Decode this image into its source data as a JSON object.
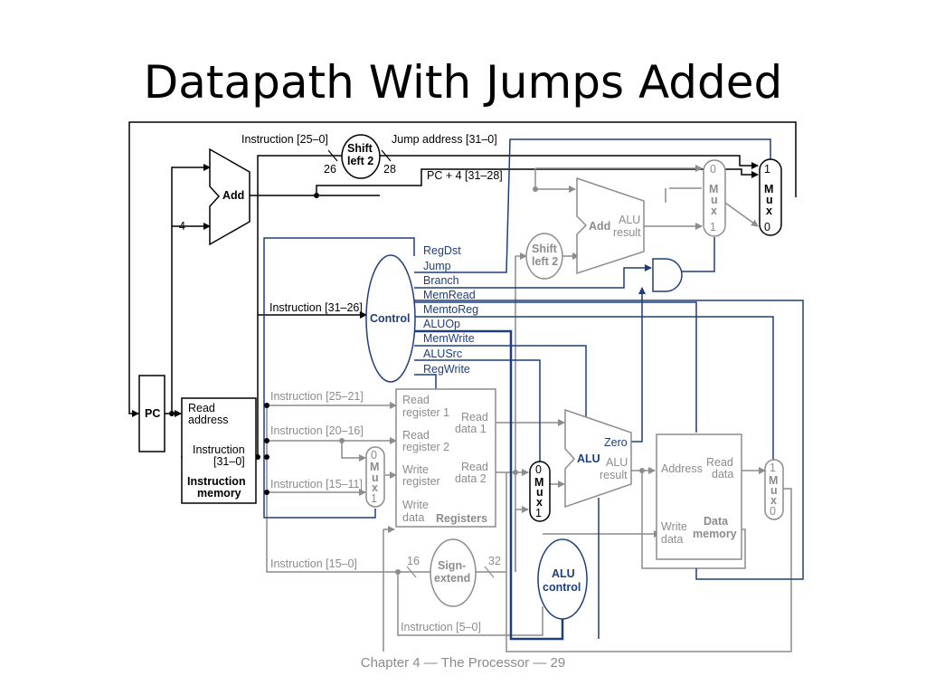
{
  "slide": {
    "title": "Datapath With Jumps Added",
    "footer": "Chapter 4 — The Processor — 29"
  },
  "colors": {
    "black_path": "#000000",
    "gray_path": "#8c8c8c",
    "control_path": "#1f3f7a"
  },
  "diagram": {
    "pc": "PC",
    "pc_add": "Add",
    "const_four": "4",
    "instr_memory": {
      "read_address_1": "Read",
      "read_address_2": "address",
      "instruction_1": "Instruction",
      "instruction_2": "[31–0]",
      "name_1": "Instruction",
      "name_2": "memory"
    },
    "jump_shift": {
      "line1": "Shift",
      "line2": "left 2",
      "in_width": "26",
      "out_width": "28"
    },
    "instr_25_0": "Instruction [25–0]",
    "jump_address": "Jump address [31–0]",
    "pc4_bits": "PC + 4 [31–28]",
    "instr_31_26": "Instruction [31–26]",
    "control": {
      "name": "Control",
      "signals": [
        "RegDst",
        "Jump",
        "Branch",
        "MemRead",
        "MemtoReg",
        "ALUOp",
        "MemWrite",
        "ALUSrc",
        "RegWrite"
      ]
    },
    "instr_25_21": "Instruction [25–21]",
    "instr_20_16": "Instruction [20–16]",
    "instr_15_11": "Instruction [15–11]",
    "instr_15_0": "Instruction [15–0]",
    "instr_5_0": "Instruction [5–0]",
    "registers": {
      "read_reg1_1": "Read",
      "read_reg1_2": "register 1",
      "read_reg2_1": "Read",
      "read_reg2_2": "register 2",
      "write_reg_1": "Write",
      "write_reg_2": "register",
      "write_data_1": "Write",
      "write_data_2": "data",
      "read_data1_1": "Read",
      "read_data1_2": "data 1",
      "read_data2_1": "Read",
      "read_data2_2": "data 2",
      "name": "Registers"
    },
    "branch_shift": {
      "line1": "Shift",
      "line2": "left 2"
    },
    "branch_add": {
      "name": "Add",
      "res1": "ALU",
      "res2": "result"
    },
    "alu": {
      "name": "ALU",
      "zero": "Zero",
      "res1": "ALU",
      "res2": "result"
    },
    "sign_extend": {
      "line1": "Sign-",
      "line2": "extend",
      "in_width": "16",
      "out_width": "32"
    },
    "alu_control": {
      "line1": "ALU",
      "line2": "control"
    },
    "data_memory": {
      "address": "Address",
      "read_data_1": "Read",
      "read_data_2": "data",
      "write_data_1": "Write",
      "write_data_2": "data",
      "name_1": "Data",
      "name_2": "memory"
    },
    "mux": {
      "top": "1",
      "bottom": "0",
      "top_alt": "0",
      "bottom_alt": "1",
      "m": "M",
      "u": "u",
      "x": "x"
    }
  }
}
